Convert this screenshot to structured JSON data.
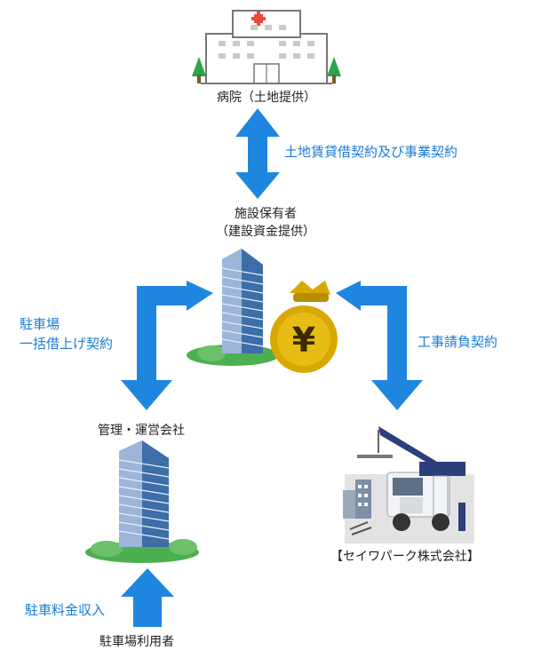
{
  "nodes": {
    "hospital": "病院（土地提供）",
    "owner_line1": "施設保有者",
    "owner_line2": "（建設資金提供）",
    "management": "管理・運営会社",
    "contractor": "【セイワパーク株式会社】",
    "users": "駐車場利用者"
  },
  "edges": {
    "land_lease": "土地賃貸借契約及び事業契約",
    "parking_lease_line1": "駐車場",
    "parking_lease_line2": "一括借上げ契約",
    "construction": "工事請負契約",
    "parking_fee": "駐車料金収入"
  },
  "yen_symbol": "¥",
  "colors": {
    "arrow": "#1f86e0",
    "label_blue": "#1a7bd4",
    "coin": "#d9a800",
    "tower": "#5a7fb0",
    "tree": "#2aa54a"
  }
}
